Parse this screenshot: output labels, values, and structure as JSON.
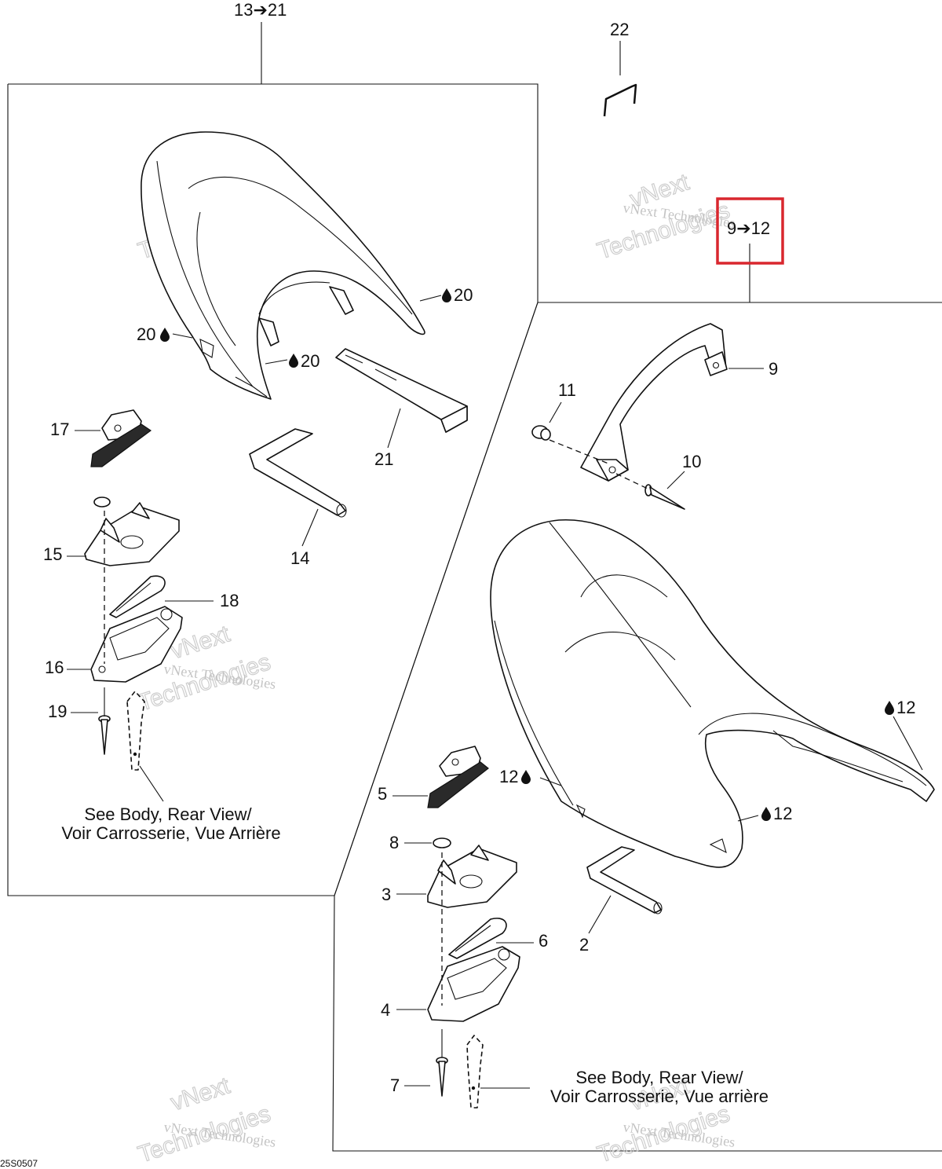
{
  "labels": {
    "group_13_21": "13➔21",
    "p22": "22",
    "group_9_12": "9➔12",
    "p20a": "20",
    "p20b": "20",
    "p20c": "20",
    "p21": "21",
    "p17": "17",
    "p14": "14",
    "p15": "15",
    "p18": "18",
    "p16": "16",
    "p19": "19",
    "p9": "9",
    "p11": "11",
    "p10": "10",
    "p12a": "12",
    "p12b": "12",
    "p12c": "12",
    "p5": "5",
    "p8": "8",
    "p3": "3",
    "p6": "6",
    "p2": "2",
    "p4": "4",
    "p7": "7"
  },
  "notes": {
    "left_line1": "See Body, Rear View/",
    "left_line2": "Voir Carrosserie, Vue Arrière",
    "right_line1": "See Body, Rear View/",
    "right_line2": "Voir Carrosserie, Vue arrière"
  },
  "drawing_code": "25S0507",
  "watermark": {
    "line1": "vNext Technologies",
    "line2": "Technologies",
    "line3": "vNext"
  },
  "colors": {
    "ink": "#111111",
    "highlight": "#d9272e",
    "watermark": "#bdbdbd"
  },
  "icons": {
    "lubricant": "oil-drop-icon",
    "arrow": "right-arrow-icon"
  }
}
